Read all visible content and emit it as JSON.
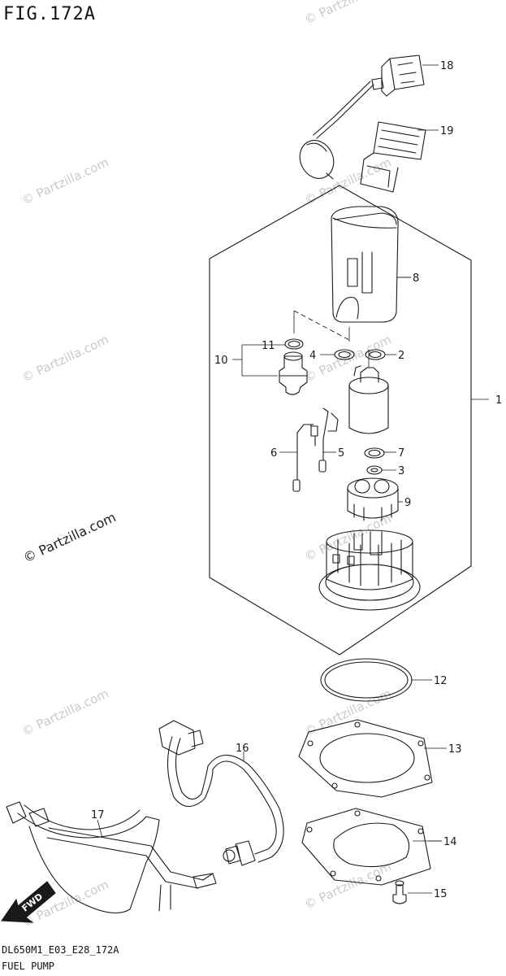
{
  "figure": {
    "title": "FIG.172A"
  },
  "footer": {
    "code": "DL650M1_E03_E28_172A",
    "caption": "FUEL PUMP"
  },
  "fwd_label": "FWD",
  "watermark": "© Partzilla.com",
  "callouts": [
    "1",
    "2",
    "3",
    "4",
    "5",
    "6",
    "7",
    "8",
    "9",
    "10",
    "11",
    "12",
    "13",
    "14",
    "15",
    "16",
    "17",
    "18",
    "19"
  ]
}
